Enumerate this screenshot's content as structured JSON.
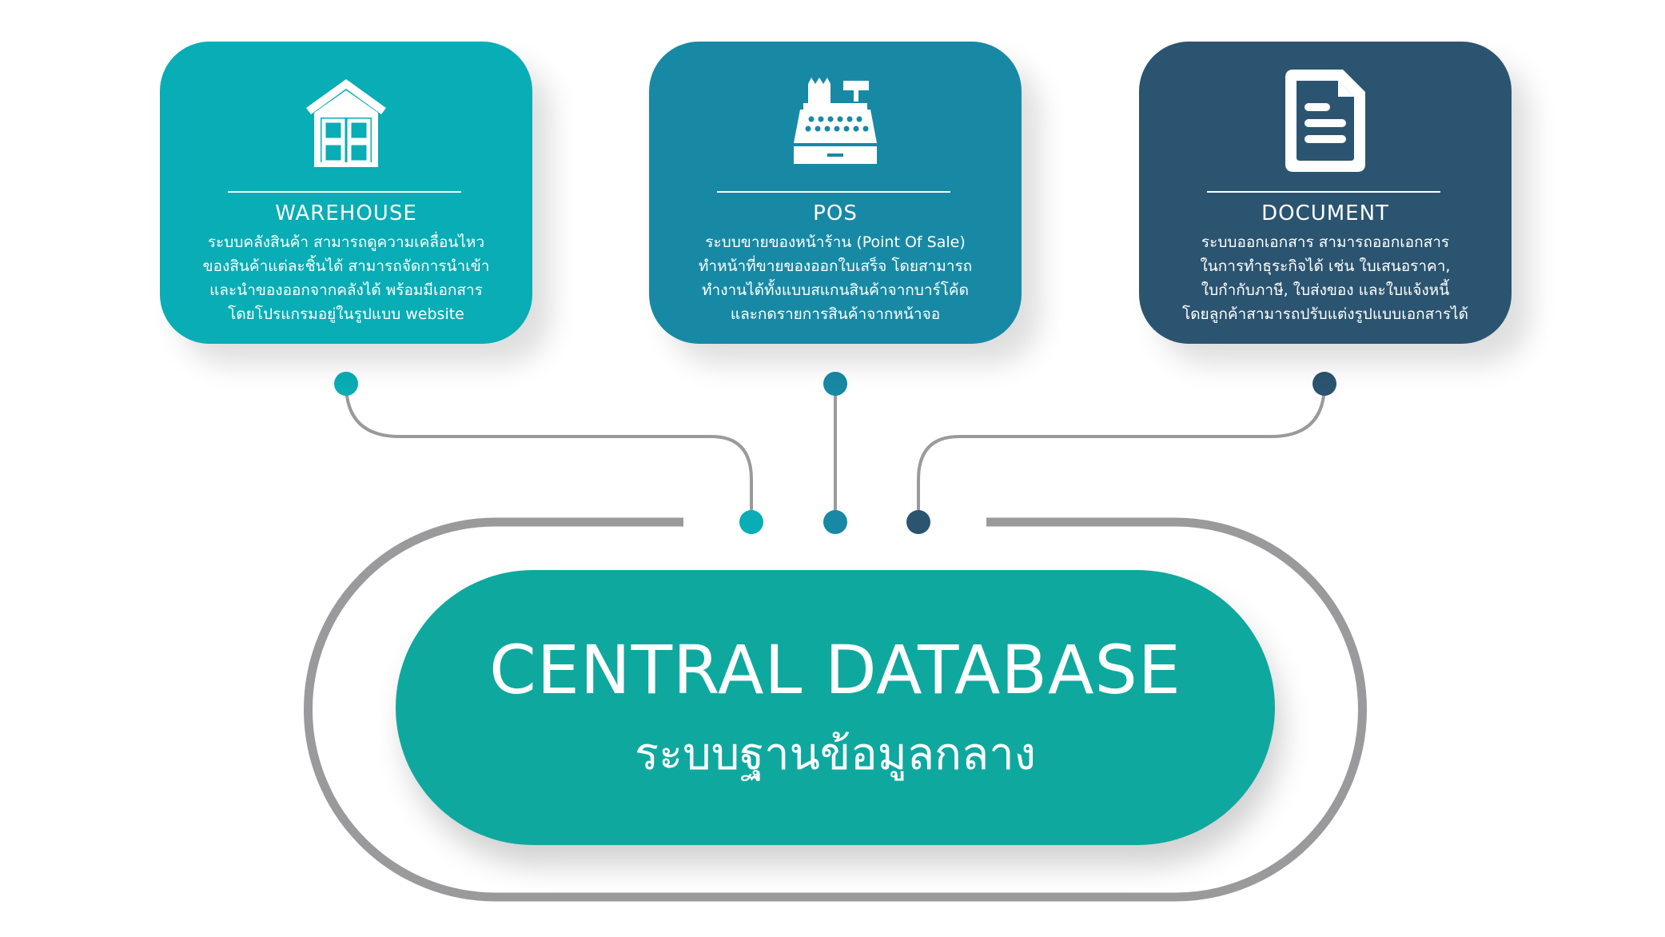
{
  "cards": [
    {
      "id": "warehouse",
      "icon": "warehouse-icon",
      "title": "WAREHOUSE",
      "lines": [
        "ระบบคลังสินค้า สามารถดูความเคลื่อนไหว",
        "ของสินค้าแต่ละชิ้นได้ สามารถจัดการนำเข้า",
        "และนำของออกจากคลังได้ พร้อมมีเอกสาร",
        "โดยโปรแกรมอยู่ในรูปแบบ website"
      ],
      "color": "#08adb5"
    },
    {
      "id": "pos",
      "icon": "cash-register-icon",
      "title": "POS",
      "lines": [
        "ระบบขายของหน้าร้าน (Point Of Sale)",
        "ทำหน้าที่ขายของออกใบเสร็จ โดยสามารถ",
        "ทำงานได้ทั้งแบบสแกนสินค้าจากบาร์โค้ด",
        "และกดรายการสินค้าจากหน้าจอ"
      ],
      "color": "#1889a4"
    },
    {
      "id": "document",
      "icon": "document-icon",
      "title": "DOCUMENT",
      "lines": [
        "ระบบออกเอกสาร สามารถออกเอกสาร",
        "ในการทำธุระกิจได้ เช่น ใบเสนอราคา,",
        "ใบกำกับภาษี, ใบส่งของ และใบแจ้งหนี้",
        "โดยลูกค้าสามารถปรับแต่งรูปแบบเอกสารได้"
      ],
      "color": "#2b5470"
    }
  ],
  "central": {
    "title": "CENTRAL DATABASE",
    "subtitle": "ระบบฐานข้อมูลกลาง",
    "color": "#0fa89f"
  },
  "connector_color": "#9a9a9d"
}
